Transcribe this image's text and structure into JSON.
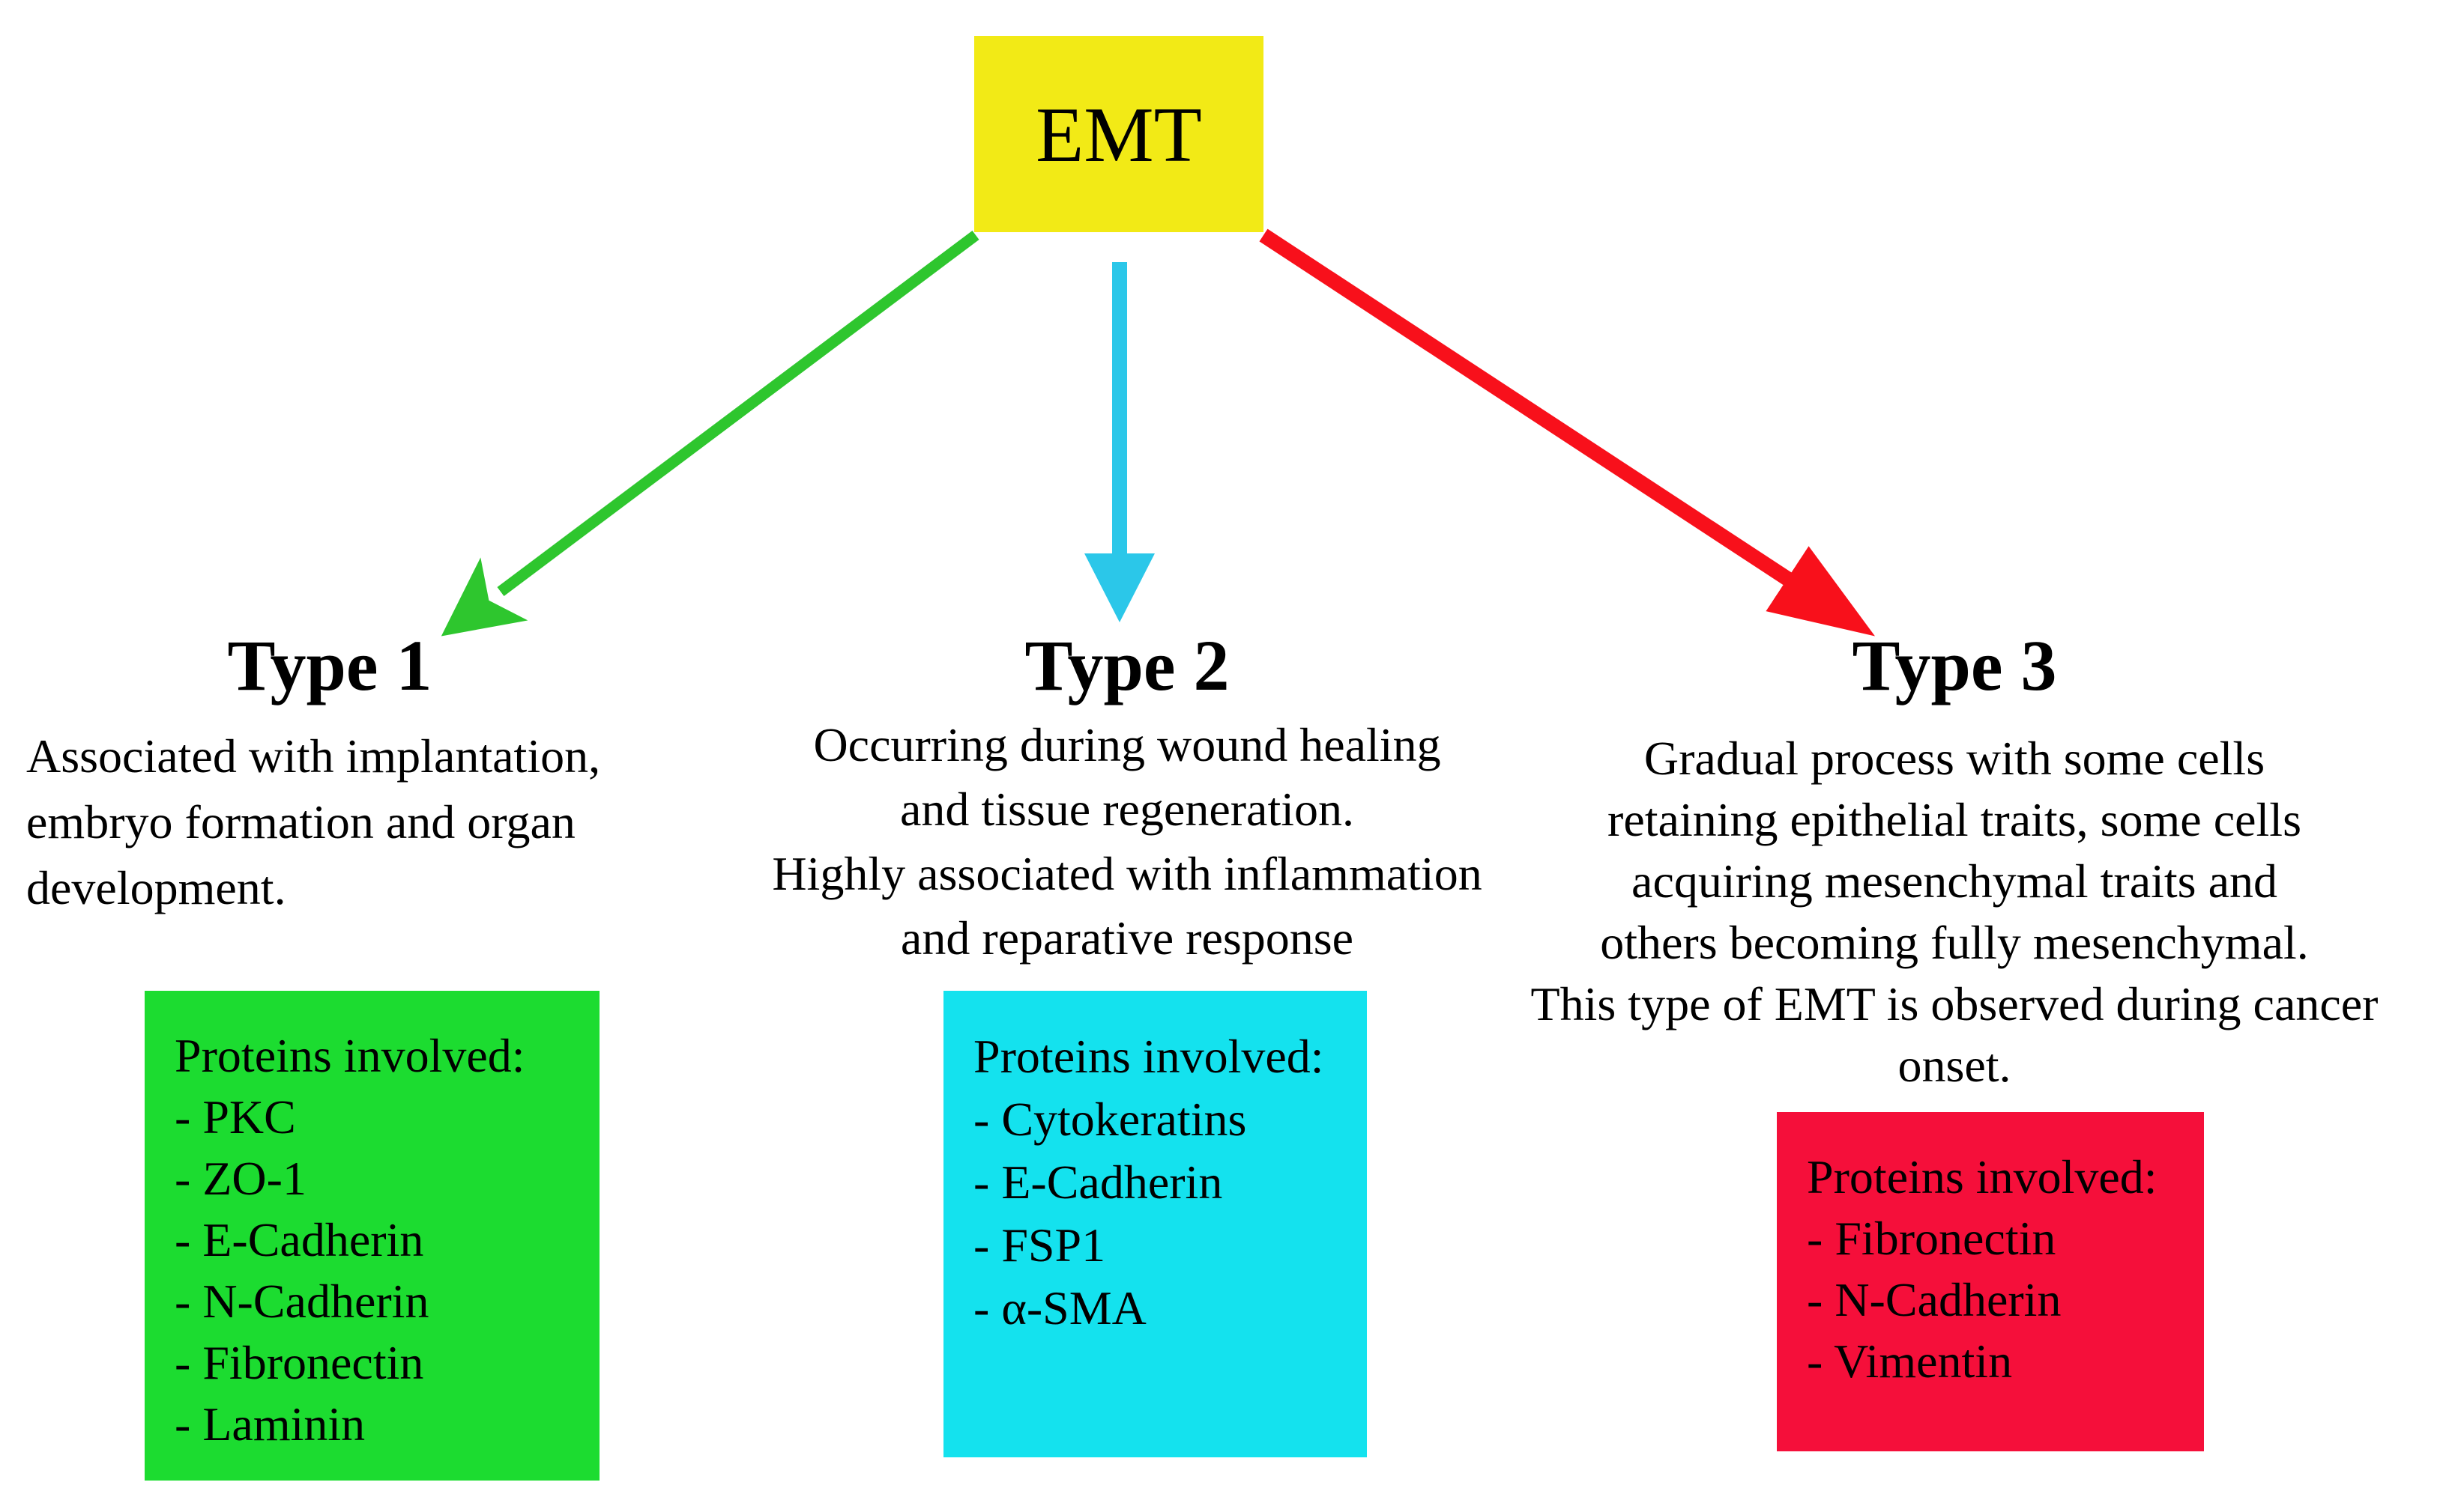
{
  "diagram": {
    "root_label": "EMT",
    "colors": {
      "background": "#ffffff",
      "text": "#000000",
      "root_box": "#f2ea16",
      "type1_box": "#1cdc30",
      "type2_box": "#14e2ee",
      "type3_box": "#f50f3a",
      "type1_arrow": "#2ec62e",
      "type2_arrow": "#2bc7e9",
      "type3_arrow": "#f8101b"
    },
    "types": [
      {
        "title": "Type 1",
        "description_lines": [
          "Associated with implantation,",
          "embryo formation and organ",
          "development."
        ],
        "proteins_label": "Proteins involved:",
        "proteins": [
          "- PKC",
          "- ZO-1",
          "- E-Cadherin",
          "- N-Cadherin",
          "- Fibronectin",
          "- Laminin"
        ]
      },
      {
        "title": "Type 2",
        "description_lines": [
          "Occurring during wound healing",
          "and tissue regeneration.",
          "Highly associated with inflammation",
          "and reparative response"
        ],
        "proteins_label": "Proteins involved:",
        "proteins": [
          "- Cytokeratins",
          "- E-Cadherin",
          "- FSP1",
          "- α-SMA"
        ]
      },
      {
        "title": "Type 3",
        "description_lines": [
          "Gradual process with some cells",
          "retaining epithelial traits, some cells",
          "acquiring mesenchymal traits and",
          "others becoming fully mesenchymal.",
          "This type of EMT is observed during cancer",
          "onset."
        ],
        "proteins_label": "Proteins involved:",
        "proteins": [
          "- Fibronectin",
          "- N-Cadherin",
          "- Vimentin"
        ]
      }
    ]
  }
}
